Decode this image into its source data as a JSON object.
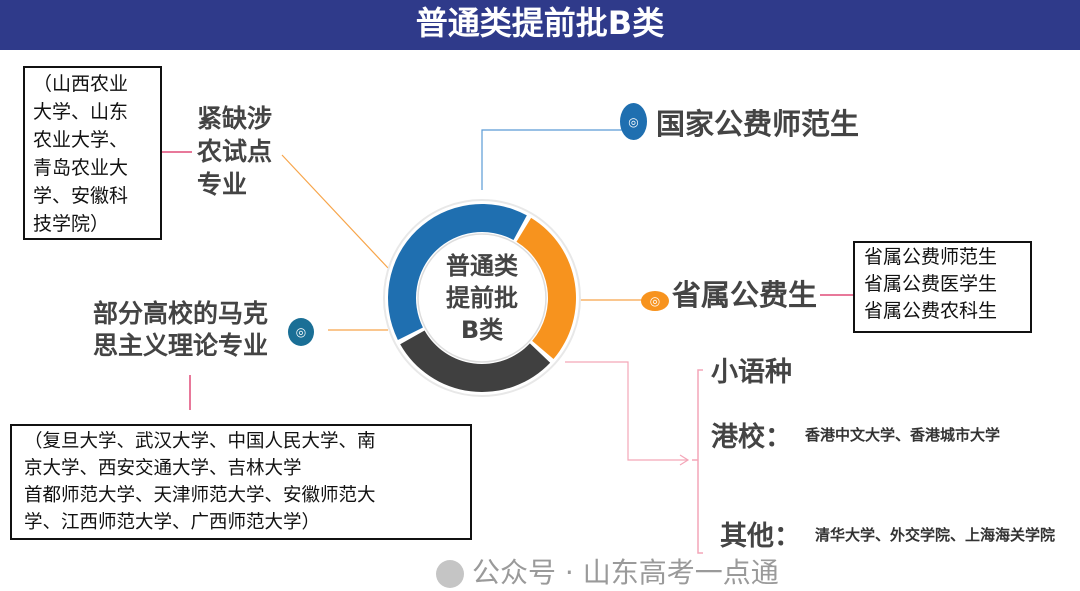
{
  "title": "普通类提前批B类",
  "center": {
    "lines": [
      "普通类",
      "提前批",
      "B类"
    ]
  },
  "ring_colors": {
    "blue": "#1f6fb0",
    "orange": "#f7931e",
    "dark": "#404040"
  },
  "branches": {
    "shortage": {
      "label_lines": [
        "紧缺涉",
        "农试点",
        "专业"
      ],
      "box_lines": [
        "（山西农业",
        "大学、山东",
        "农业大学、",
        "青岛农业大",
        "学、安徽科",
        "技学院）"
      ]
    },
    "marx": {
      "label_lines": [
        "部分高校的马克",
        "思主义理论专业"
      ],
      "box_lines": [
        "（复旦大学、武汉大学、中国人民大学、南",
        "京大学、西安交通大学、吉林大学",
        "首都师范大学、天津师范大学、安徽师范大",
        "学、江西师范大学、广西师范大学）"
      ]
    },
    "national": {
      "label": "国家公费师范生"
    },
    "provincial": {
      "label": "省属公费生",
      "box_lines": [
        "省属公费师范生",
        "省属公费医学生",
        "省属公费农科生"
      ]
    },
    "others": {
      "minor_lang": "小语种",
      "hk_label": "港校：",
      "hk_text": "香港中文大学、香港城市大学",
      "other_label": "其他：",
      "other_text": "清华大学、外交学院、上海海关学院"
    }
  },
  "watermark": "公众号 · 山东高考一点通"
}
